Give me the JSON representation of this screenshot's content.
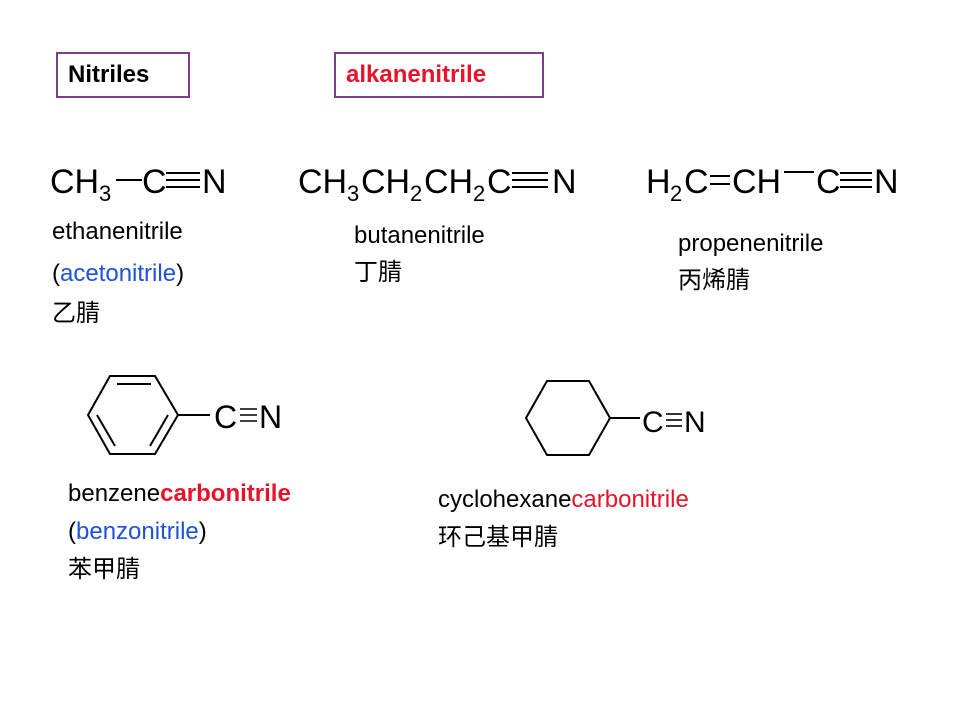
{
  "header": {
    "nitriles_label": "Nitriles",
    "alkanenitrile_label": "alkanenitrile"
  },
  "molecules": {
    "ethanenitrile": {
      "formula": {
        "ch": "CH",
        "sub": "3",
        "c": "C",
        "n": "N"
      },
      "name": "ethanenitrile",
      "common_open": "(",
      "common": "acetonitrile",
      "common_close": ")",
      "chinese": "乙腈"
    },
    "butanenitrile": {
      "formula": {
        "ch_a": "CH",
        "sub_a": "3",
        "ch_b": "CH",
        "sub_b": "2",
        "ch_c": "CH",
        "sub_c": "2",
        "c": "C",
        "n": "N"
      },
      "name": "butanenitrile",
      "chinese": "丁腈"
    },
    "propenenitrile": {
      "formula": {
        "h": "H",
        "sub": "2",
        "c1": "C",
        "ch": "CH",
        "c": "C",
        "n": "N"
      },
      "name": "propenenitrile",
      "chinese": "丙烯腈"
    },
    "benzenecarbonitrile": {
      "formula": {
        "c": "C",
        "n": "N"
      },
      "name_prefix": "benzene",
      "name_suffix": "carbonitrile",
      "common_open": "(",
      "common": "benzonitrile",
      "common_close": ")",
      "chinese": "苯甲腈"
    },
    "cyclohexanecarbonitrile": {
      "formula": {
        "c": "C",
        "n": "N"
      },
      "name_prefix": "cyclohexane",
      "name_suffix": "carbonitrile",
      "chinese": "环己基甲腈"
    }
  },
  "colors": {
    "box_border": "#7b3f8c",
    "accent_blue": "#1f52d6",
    "accent_red": "#e8132b",
    "text": "#000000"
  }
}
